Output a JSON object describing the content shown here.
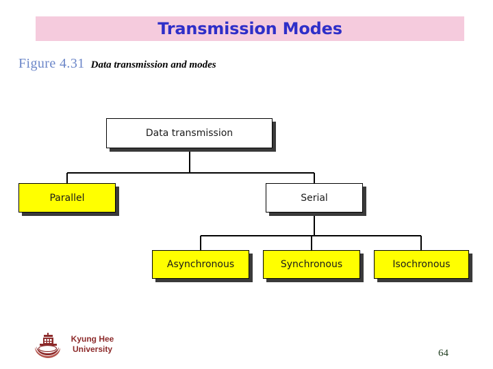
{
  "slide": {
    "title": "Transmission Modes",
    "title_color": "#2f2fc8",
    "banner_color": "#f5cbdd",
    "page_number": "64"
  },
  "figure": {
    "label": "Figure 4.31",
    "label_color": "#6b86c8",
    "title": "Data transmission and modes"
  },
  "diagram": {
    "type": "tree",
    "nodes": [
      {
        "id": "data-transmission",
        "label": "Data transmission",
        "fill": "#ffffff",
        "level": 0
      },
      {
        "id": "parallel",
        "label": "Parallel",
        "fill": "#ffff00",
        "level": 1
      },
      {
        "id": "serial",
        "label": "Serial",
        "fill": "#ffffff",
        "level": 1
      },
      {
        "id": "asynchronous",
        "label": "Asynchronous",
        "fill": "#ffff00",
        "level": 2
      },
      {
        "id": "synchronous",
        "label": "Synchronous",
        "fill": "#ffff00",
        "level": 2
      },
      {
        "id": "isochronous",
        "label": "Isochronous",
        "fill": "#ffff00",
        "level": 2
      }
    ],
    "edges": [
      {
        "from": "data-transmission",
        "to": "parallel"
      },
      {
        "from": "data-transmission",
        "to": "serial"
      },
      {
        "from": "serial",
        "to": "asynchronous"
      },
      {
        "from": "serial",
        "to": "synchronous"
      },
      {
        "from": "serial",
        "to": "isochronous"
      }
    ]
  },
  "footer": {
    "university_line1": "Kyung Hee",
    "university_line2": "University",
    "university_color": "#8c2a2a"
  }
}
